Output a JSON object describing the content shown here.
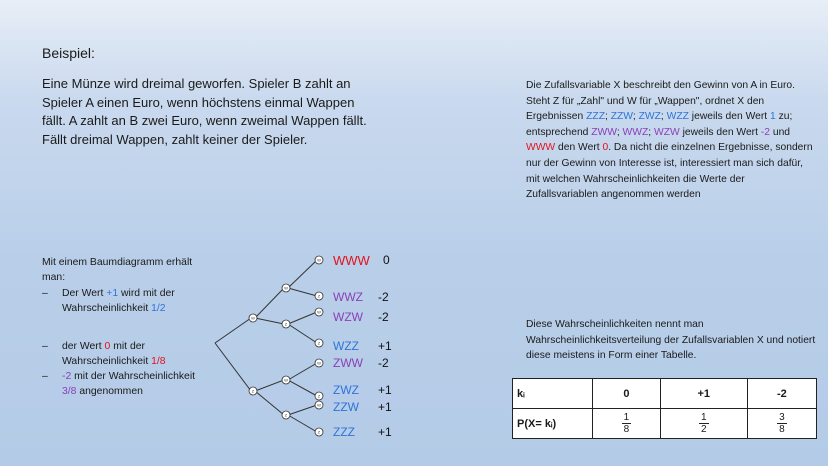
{
  "heading": "Beispiel:",
  "intro": "Eine Münze wird dreimal geworfen. Spieler B zahlt an Spieler A einen Euro, wenn höchstens einmal Wappen fällt. A zahlt an B zwei Euro, wenn zweimal Wappen fällt. Fällt dreimal Wappen, zahlt keiner der Spieler.",
  "description": {
    "p1": "Die Zufallsvariable X beschreibt den Gewinn von A in Euro. Steht Z für „Zahl\" und W für „Wappen\", ordnet X den Ergebnissen ",
    "zzz": "ZZZ",
    "sep1": "; ",
    "zzw": "ZZW",
    "sep2": "; ",
    "zwz": "ZWZ",
    "sep3": "; ",
    "wzz": "WZZ",
    "p2": " jeweils den Wert ",
    "one": "1",
    "p3": " zu; entsprechend ",
    "zww": "ZWW",
    "sep4": "; ",
    "wwz": "WWZ",
    "sep5": "; ",
    "wzw": "WZW",
    "p4": " jeweils den Wert ",
    "minus2": "-2",
    "p5": " und ",
    "www": "WWW",
    "p6": " den Wert ",
    "zero": "0",
    "p7": ". Da nicht die einzelnen Ergebnisse, sondern nur der Gewinn von Interesse ist, interessiert man sich dafür, mit welchen Wahrscheinlichkeiten die Werte der Zufallsvariablen angenommen werden"
  },
  "tree_intro": "Mit einem Baumdiagramm erhält man:",
  "bullets": [
    {
      "dash": "–",
      "a": "Der Wert ",
      "val": "+1",
      "b": " wird mit der Wahrscheinlichkeit ",
      "prob": "1/2"
    },
    {
      "dash": "–",
      "a": "der Wert ",
      "val": "0",
      "b": " mit der Wahrscheinlichkeit ",
      "prob": "1/8"
    },
    {
      "dash": "–",
      "a": "",
      "val": "-2",
      "b": " mit der Wahrscheinlichkeit ",
      "prob": "3/8",
      "c": " angenommen"
    }
  ],
  "tree": {
    "leaves": [
      {
        "label": "WWW",
        "value": "0",
        "color": "#e1121c"
      },
      {
        "label": "WWZ",
        "value": "-2",
        "color": "#8a3fb8"
      },
      {
        "label": "WZW",
        "value": "-2",
        "color": "#8a3fb8"
      },
      {
        "label": "WZZ",
        "value": "+1",
        "color": "#2e74d9"
      },
      {
        "label": "ZWW",
        "value": "-2",
        "color": "#8a3fb8"
      },
      {
        "label": "ZWZ",
        "value": "+1",
        "color": "#2e74d9"
      },
      {
        "label": "ZZW",
        "value": "+1",
        "color": "#2e74d9"
      },
      {
        "label": "ZZZ",
        "value": "+1",
        "color": "#2e74d9"
      }
    ],
    "node_labels": [
      "W",
      "Z"
    ]
  },
  "prob_text": "Diese Wahrscheinlichkeiten nennt man Wahrscheinlichkeitsverteilung der Zufallsvariablen X und notiert diese meistens in Form einer Tabelle.",
  "table": {
    "row1_header": "kᵢ",
    "values": [
      "0",
      "+1",
      "-2"
    ],
    "row2_header": "P(X= kᵢ)",
    "probs": [
      {
        "num": "1",
        "den": "8"
      },
      {
        "num": "1",
        "den": "2"
      },
      {
        "num": "3",
        "den": "8"
      }
    ]
  },
  "colors": {
    "blue": "#2e74d9",
    "red": "#e1121c",
    "purple": "#8a3fb8"
  }
}
